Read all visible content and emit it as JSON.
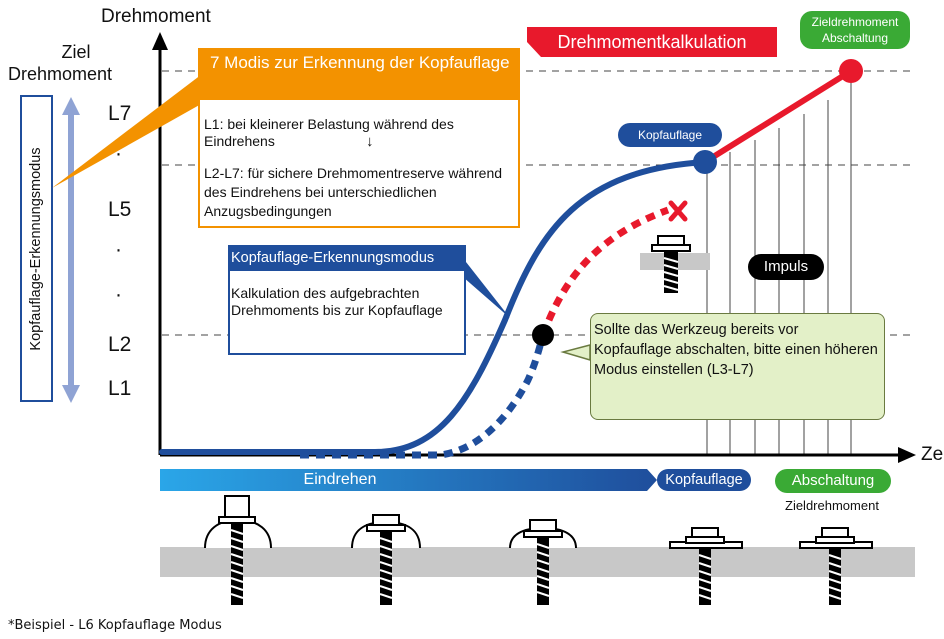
{
  "axes": {
    "y_label": "Drehmoment",
    "x_label": "Zeit"
  },
  "target_torque": {
    "line1": "Ziel",
    "line2": "Drehmoment"
  },
  "levels": [
    "L7",
    "·",
    "L5",
    "·",
    "·",
    "L2",
    "L1"
  ],
  "mode_axis_label": "Kopfauflage-Erkennungsmodus",
  "modes_box": {
    "title": "7 Modis zur Erkennung der Kopfauflage",
    "l1_text": "L1: bei kleinerer Belastung während des Eindrehens",
    "l1_arrow": "↓",
    "l2_text": "L2-L7: für sichere Drehmomentreserve während des Eindrehens bei unterschiedlichen Anzugsbedingungen"
  },
  "detection_box": {
    "title": "Kopfauflage-Erkennungsmodus",
    "text": "Kalkulation des aufgebrachten Drehmoments bis zur Kopfauflage"
  },
  "warning_box": {
    "text": "Sollte das Werkzeug bereits vor Kopfauflage abschalten, bitte einen höheren Modus einstellen (L3-L7)"
  },
  "labels": {
    "torque_calc": "Drehmomentkalkulation",
    "target_shutoff_line1": "Zieldrehmoment",
    "target_shutoff_line2": "Abschaltung",
    "head_contact_top": "Kopfauflage",
    "impulse": "Impuls",
    "screwing_in": "Eindrehen",
    "head_contact_bottom": "Kopfauflage",
    "shutoff": "Abschaltung",
    "target_torque_bottom": "Zieldrehmoment"
  },
  "footnote": "*Beispiel - L6 Kopfauflage Modus",
  "colors": {
    "blue": "#1f4e9c",
    "red": "#e8192c",
    "orange": "#f39200",
    "green": "#3aaa35",
    "mode_arrow": "#8fa3d4",
    "warning_fill": "#e3f0c8",
    "grey": "#c8c8c8"
  }
}
